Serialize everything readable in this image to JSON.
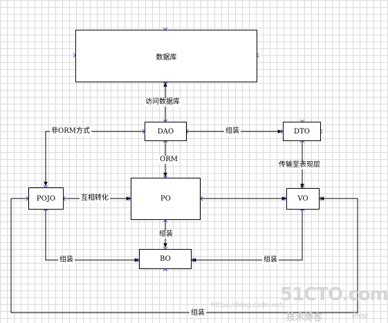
{
  "nodes": {
    "database": "数据库",
    "dao": "DAO",
    "dto": "DTO",
    "pojo": "POJO",
    "po": "PO",
    "vo": "VO",
    "bo": "BO"
  },
  "edges": {
    "dao_to_db": "访问数据库",
    "dao_to_pojo": "非ORM方式",
    "dao_to_dto": "组装",
    "dao_to_po": "ORM",
    "dto_to_vo": "传输至表现层",
    "pojo_po": "互相转化",
    "po_to_bo": "组装",
    "pojo_bo": "组装",
    "vo_bo": "组装",
    "pojo_vo_bottom": "组装"
  },
  "watermark": {
    "url": "https://blog.csdn.net/...",
    "brand": "51CTO.com",
    "sub": "技术博客",
    "blog": "Blog"
  }
}
